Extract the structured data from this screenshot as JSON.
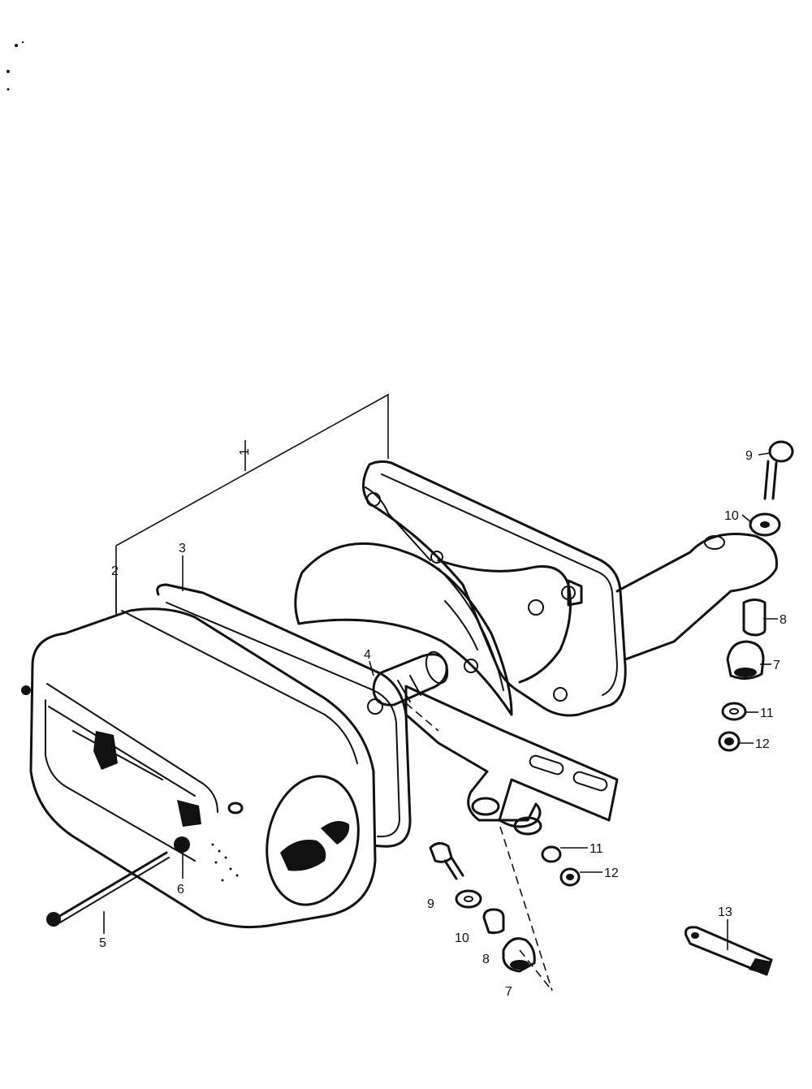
{
  "callouts": {
    "c1": "1",
    "c2": "2",
    "c3": "3",
    "c4": "4",
    "c5": "5",
    "c6": "6",
    "c7a": "7",
    "c7b": "7",
    "c8a": "8",
    "c8b": "8",
    "c9a": "9",
    "c9b": "9",
    "c10a": "10",
    "c10b": "10",
    "c11a": "11",
    "c11b": "11",
    "c12a": "12",
    "c12b": "12",
    "c13": "13"
  }
}
